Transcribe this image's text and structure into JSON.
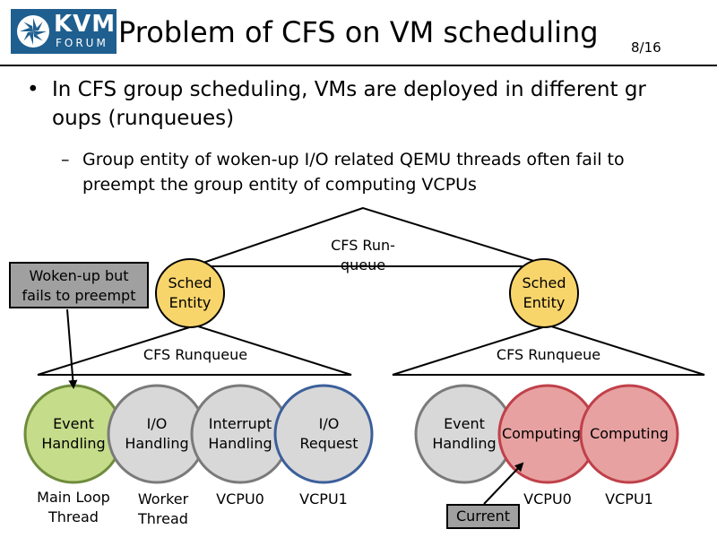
{
  "header": {
    "logo_text": "KVM",
    "logo_sub": "FORUM",
    "title": "Problem of CFS on VM scheduling",
    "page": "8/16"
  },
  "bullets": {
    "level1": "In CFS group scheduling, VMs are deployed in different gr oups (runqueues)",
    "level2": "Group entity of woken-up I/O related QEMU threads often fail to preempt the group entity of computing VCPUs",
    "mark1": "•",
    "mark2": "–"
  },
  "diagram": {
    "top_runqueue_label": "CFS Run-\nqueue",
    "left_entity": "Sched\nEntity",
    "right_entity": "Sched\nEntity",
    "left_runqueue_label": "CFS Runqueue",
    "right_runqueue_label": "CFS Runqueue",
    "left_nodes": [
      {
        "label": "Event\nHandling",
        "caption": "Main Loop\nThread"
      },
      {
        "label": "I/O\nHandling",
        "caption": "Worker\nThread"
      },
      {
        "label": "Interrupt\nHandling",
        "caption": "VCPU0"
      },
      {
        "label": "I/O\nRequest",
        "caption": "VCPU1"
      }
    ],
    "right_nodes": [
      {
        "label": "Event\nHandling",
        "caption": ""
      },
      {
        "label": "Computing",
        "caption": "VCPU0"
      },
      {
        "label": "Computing",
        "caption": "VCPU1"
      }
    ],
    "callout_preempt": "Woken-up but\nfails to preempt",
    "callout_current": "Current",
    "colors": {
      "entity_fill": "#f8d56b",
      "event_fill": "#c5dc8a",
      "event_stroke": "#6e8c3c",
      "gray_fill": "#d8d8d8",
      "gray_stroke": "#7a7a7a",
      "request_stroke": "#3b5f9a",
      "compute_fill": "#e7a1a1",
      "compute_stroke": "#c0404a",
      "logo_bg": "#1f5f8f"
    }
  }
}
